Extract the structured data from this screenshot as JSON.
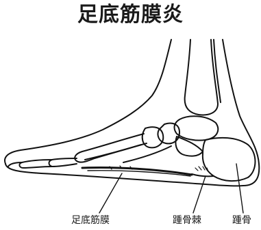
{
  "diagram": {
    "title": "足底筋膜炎",
    "labels": {
      "plantar_fascia": "足底筋膜",
      "heel_spur": "踵骨棘",
      "calcaneus": "踵骨"
    }
  }
}
